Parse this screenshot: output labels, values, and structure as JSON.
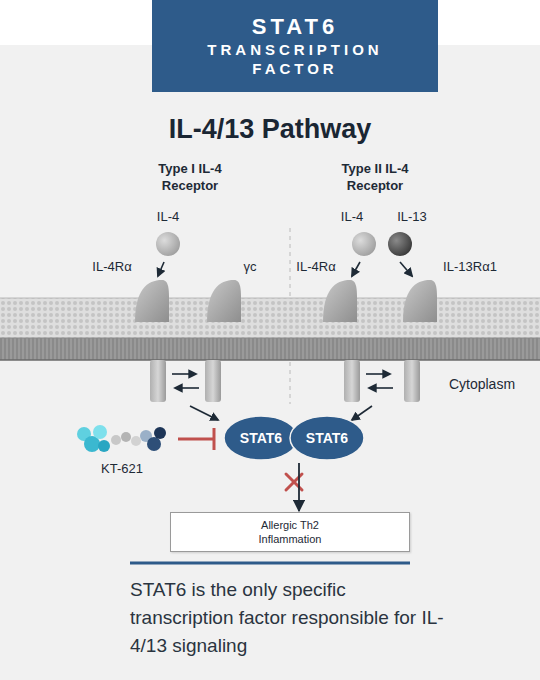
{
  "diagram": {
    "title": "IL-4/13 Pathway",
    "caption": "STAT6 is the only specific transcription factor responsible for IL-4/13 signaling",
    "nodes": [
      {
        "text": [
          "STAT6",
          "TRANSCRIPTION FACTOR"
        ]
      },
      {
        "text": [
          "STAT6"
        ]
      },
      {
        "text": [
          "STAT6"
        ]
      },
      {
        "text": [
          "Allergic Th2 Inflammation"
        ]
      }
    ],
    "edges": [
      {
        "from": 1,
        "to": 3,
        "arrow": "to"
      }
    ],
    "labels": [
      "Type I IL-4 Receptor",
      "IL-4",
      "IL-4Rα",
      "γc",
      "Type II IL-4 Receptor",
      "IL-4",
      "IL-13",
      "IL-4Rα",
      "IL-13Rα1",
      "Cytoplasm",
      "KT-621"
    ]
  }
}
